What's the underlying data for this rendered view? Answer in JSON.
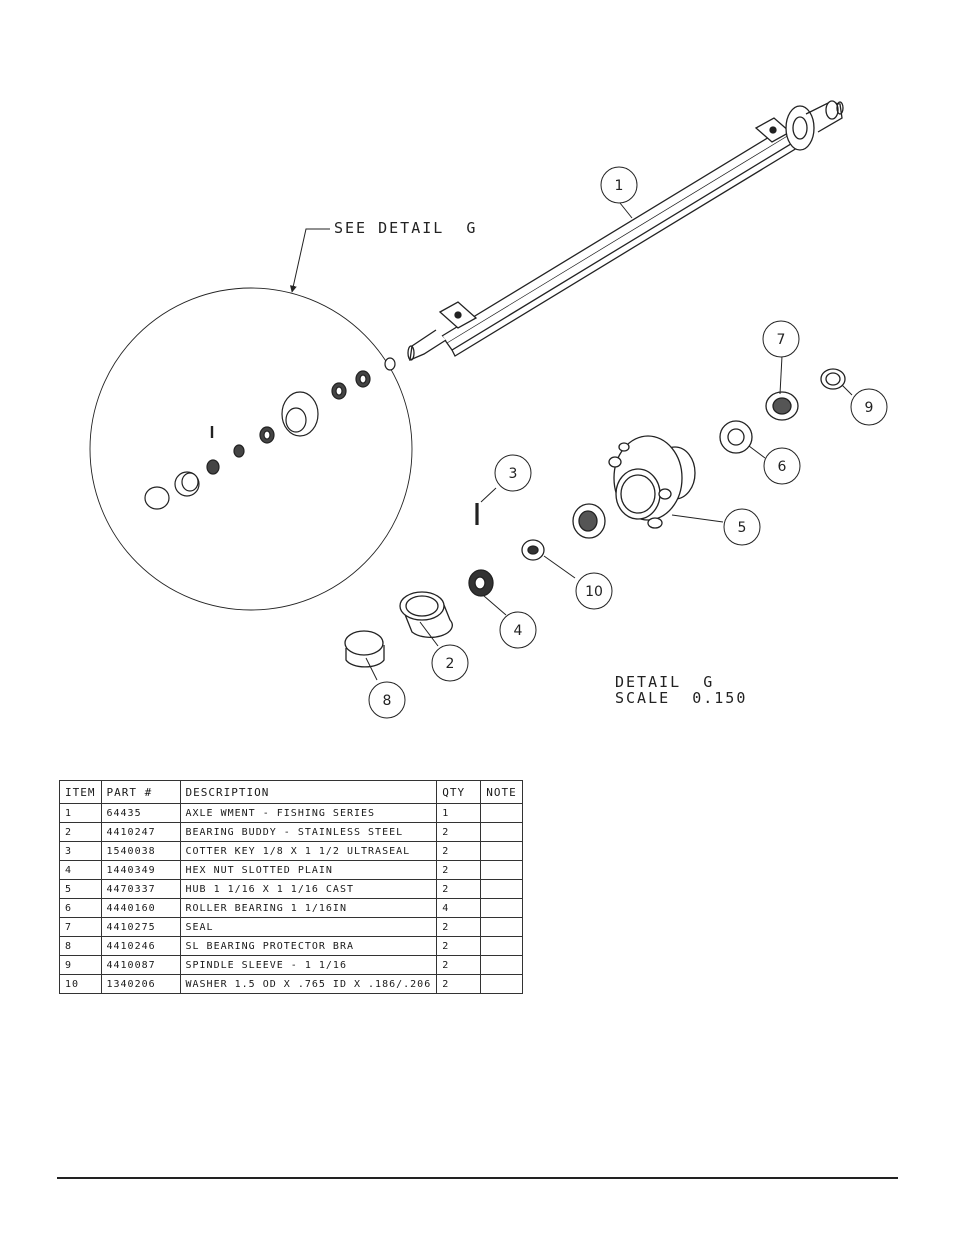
{
  "callouts": [
    "1",
    "2",
    "3",
    "4",
    "5",
    "6",
    "7",
    "8",
    "9",
    "10"
  ],
  "see_detail": "SEE DETAIL  G",
  "detail_label": {
    "line1": "DETAIL  G",
    "line2": "SCALE  0.150"
  },
  "bom": {
    "headers": {
      "item": "ITEM",
      "part": "PART #",
      "description": "DESCRIPTION",
      "qty": "QTY",
      "note": "NOTE"
    },
    "rows": [
      {
        "item": "1",
        "part": "64435",
        "description": "AXLE WMENT - FISHING SERIES",
        "qty": "1",
        "note": ""
      },
      {
        "item": "2",
        "part": "4410247",
        "description": "BEARING BUDDY - STAINLESS STEEL",
        "qty": "2",
        "note": ""
      },
      {
        "item": "3",
        "part": "1540038",
        "description": "COTTER KEY 1/8 X 1 1/2 ULTRASEAL",
        "qty": "2",
        "note": ""
      },
      {
        "item": "4",
        "part": "1440349",
        "description": "HEX NUT SLOTTED PLAIN",
        "qty": "2",
        "note": ""
      },
      {
        "item": "5",
        "part": "4470337",
        "description": "HUB   1 1/16 X 1 1/16 CAST",
        "qty": "2",
        "note": ""
      },
      {
        "item": "6",
        "part": "4440160",
        "description": "ROLLER BEARING   1 1/16IN",
        "qty": "4",
        "note": ""
      },
      {
        "item": "7",
        "part": "4410275",
        "description": "SEAL",
        "qty": "2",
        "note": ""
      },
      {
        "item": "8",
        "part": "4410246",
        "description": "SL BEARING PROTECTOR BRA",
        "qty": "2",
        "note": ""
      },
      {
        "item": "9",
        "part": "4410087",
        "description": "SPINDLE SLEEVE - 1 1/16",
        "qty": "2",
        "note": ""
      },
      {
        "item": "10",
        "part": "1340206",
        "description": "WASHER 1.5 OD X .765 ID X .186/.206",
        "qty": "2",
        "note": ""
      }
    ]
  }
}
